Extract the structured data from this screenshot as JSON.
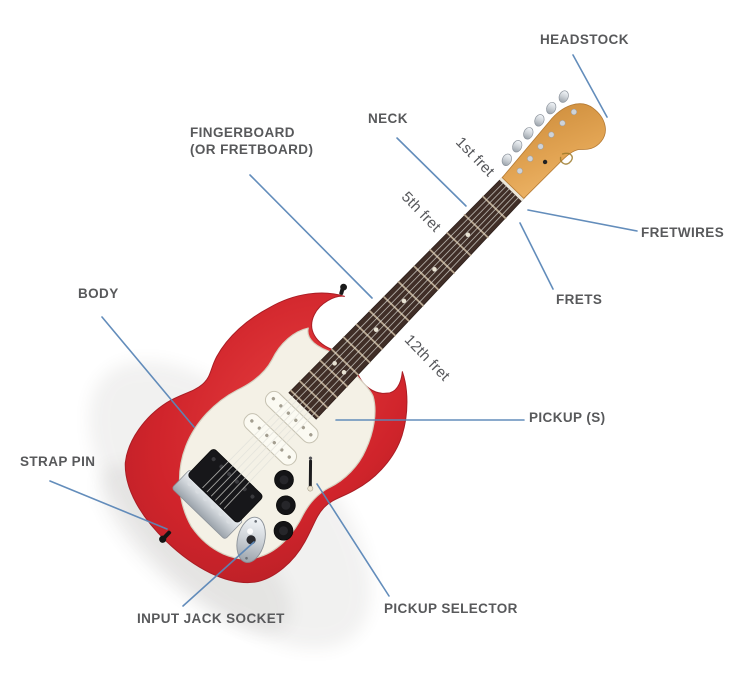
{
  "diagram": {
    "subject": "electric guitar parts diagram",
    "callouts": {
      "headstock": {
        "label": "HEADSTOCK"
      },
      "neck": {
        "label": "NECK"
      },
      "fingerboard": {
        "label": "FINGERBOARD",
        "label_line2": "(OR FRETBOARD)"
      },
      "fretwires": {
        "label": "FRETWIRES"
      },
      "frets": {
        "label": "FRETS"
      },
      "body": {
        "label": "BODY"
      },
      "pickups": {
        "label": "PICKUP (S)"
      },
      "strap_pin": {
        "label": "STRAP PIN"
      },
      "input_jack": {
        "label": "INPUT JACK SOCKET"
      },
      "pickup_selector": {
        "label": "PICKUP SELECTOR"
      }
    },
    "fret_position_labels": {
      "first": "1st fret",
      "fifth": "5th fret",
      "twelfth": "12th fret"
    },
    "colors": {
      "label_text": "#58595b",
      "leader_line": "#5b87b8",
      "guitar_body_red": "#d0242b",
      "pickguard": "#f4f1e6",
      "fingerboard_wood": "#402e27",
      "headstock_wood": "#e2a453",
      "hardware_chrome": "#cdd2d7",
      "background": "#ffffff"
    }
  }
}
